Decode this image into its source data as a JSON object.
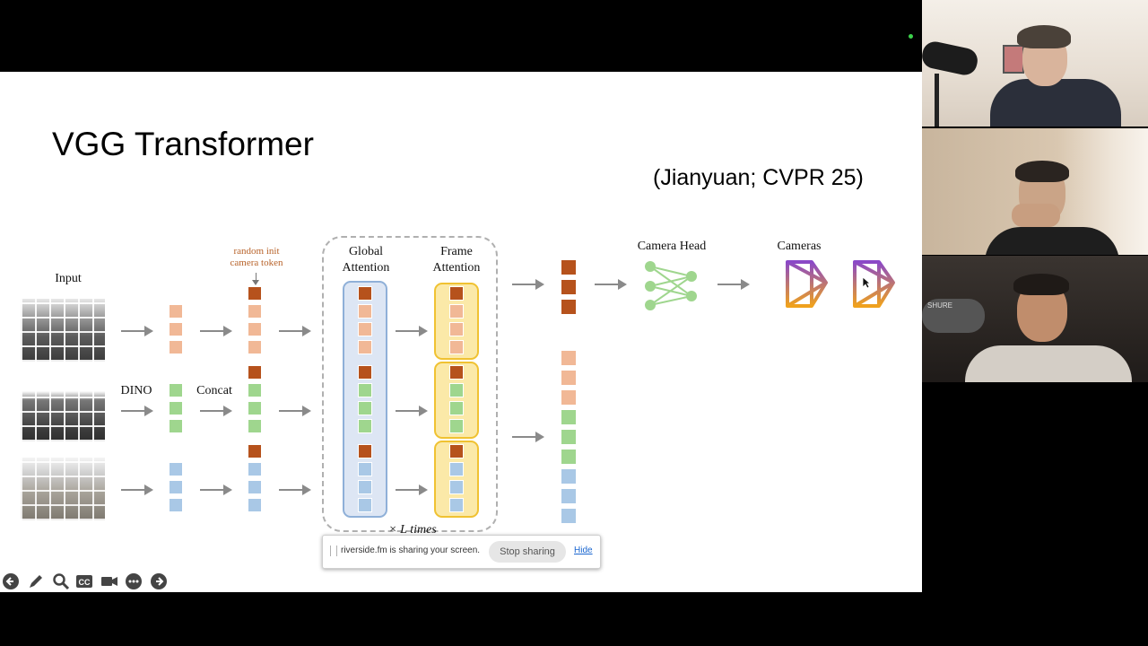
{
  "slide": {
    "title": "VGG Transformer",
    "citation": "(Jianyuan; CVPR 25)"
  },
  "diagram": {
    "input_label": "Input",
    "dino_label": "DINO",
    "concat_label": "Concat",
    "camera_token_label": "random init\ncamera token",
    "global_attention_label": "Global\nAttention",
    "frame_attention_label": "Frame\nAttention",
    "loop_label": "× L times",
    "camera_head_label": "Camera Head",
    "cameras_label": "Cameras"
  },
  "share_bar": {
    "text": "riverside.fm is sharing your screen.",
    "stop_label": "Stop sharing",
    "hide_label": "Hide"
  },
  "toolbar": {
    "icons": [
      "back-icon",
      "pen-icon",
      "zoom-icon",
      "captions-icon",
      "camera-icon",
      "more-icon",
      "forward-icon"
    ],
    "cc_text": "CC"
  },
  "video_tiles": {
    "mic_brand": "SHURE"
  },
  "colors": {
    "camera_token": "#b6521c",
    "patch_orange": "#f1b896",
    "patch_green": "#9fd68e",
    "patch_blue": "#a9c8e6",
    "global_attention": "#dde6f4",
    "frame_attention": "#fbe9a8",
    "camera_head": "#9fd68e"
  }
}
